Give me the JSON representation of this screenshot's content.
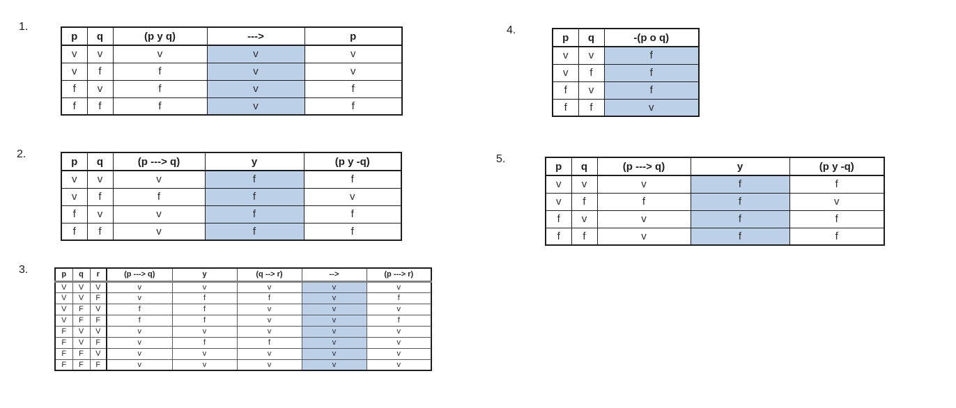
{
  "colors": {
    "highlight": "#bcd0e8",
    "border": "#1c1c1c",
    "text": "#1f1f1f"
  },
  "problems": [
    {
      "label": "1.",
      "columns": [
        "p",
        "q",
        "(p y q)",
        "--->",
        "p"
      ],
      "highlight_col": 3,
      "rows": [
        [
          "v",
          "v",
          "v",
          "v",
          "v"
        ],
        [
          "v",
          "f",
          "f",
          "v",
          "v"
        ],
        [
          "f",
          "v",
          "f",
          "v",
          "f"
        ],
        [
          "f",
          "f",
          "f",
          "v",
          "f"
        ]
      ]
    },
    {
      "label": "2.",
      "columns": [
        "p",
        "q",
        "(p ---> q)",
        "y",
        "(p y -q)"
      ],
      "highlight_col": 3,
      "rows": [
        [
          "v",
          "v",
          "v",
          "f",
          "f"
        ],
        [
          "v",
          "f",
          "f",
          "f",
          "v"
        ],
        [
          "f",
          "v",
          "v",
          "f",
          "f"
        ],
        [
          "f",
          "f",
          "v",
          "f",
          "f"
        ]
      ]
    },
    {
      "label": "3.",
      "columns": [
        "p",
        "q",
        "r",
        "(p ---> q)",
        "y",
        "(q --> r)",
        "-->",
        "(p ---> r)"
      ],
      "highlight_col": 6,
      "rows": [
        [
          "V",
          "V",
          "V",
          "v",
          "v",
          "v",
          "v",
          "v"
        ],
        [
          "V",
          "V",
          "F",
          "v",
          "f",
          "f",
          "v",
          "f"
        ],
        [
          "V",
          "F",
          "V",
          "f",
          "f",
          "v",
          "v",
          "v"
        ],
        [
          "V",
          "F",
          "F",
          "f",
          "f",
          "v",
          "v",
          "f"
        ],
        [
          "F",
          "V",
          "V",
          "v",
          "v",
          "v",
          "v",
          "v"
        ],
        [
          "F",
          "V",
          "F",
          "v",
          "f",
          "f",
          "v",
          "v"
        ],
        [
          "F",
          "F",
          "V",
          "v",
          "v",
          "v",
          "v",
          "v"
        ],
        [
          "F",
          "F",
          "F",
          "v",
          "v",
          "v",
          "v",
          "v"
        ]
      ]
    },
    {
      "label": "4.",
      "columns": [
        "p",
        "q",
        "-(p o q)"
      ],
      "highlight_col": 2,
      "rows": [
        [
          "v",
          "v",
          "f"
        ],
        [
          "v",
          "f",
          "f"
        ],
        [
          "f",
          "v",
          "f"
        ],
        [
          "f",
          "f",
          "v"
        ]
      ]
    },
    {
      "label": "5.",
      "columns": [
        "p",
        "q",
        "(p ---> q)",
        "y",
        "(p y -q)"
      ],
      "highlight_col": 3,
      "rows": [
        [
          "v",
          "v",
          "v",
          "f",
          "f"
        ],
        [
          "v",
          "f",
          "f",
          "f",
          "v"
        ],
        [
          "f",
          "v",
          "v",
          "f",
          "f"
        ],
        [
          "f",
          "f",
          "v",
          "f",
          "f"
        ]
      ]
    }
  ]
}
